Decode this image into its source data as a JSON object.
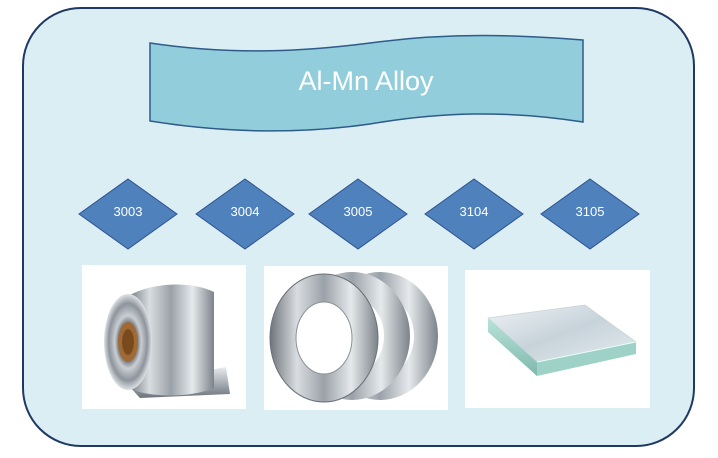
{
  "diagram": {
    "title": "Al-Mn Alloy",
    "grades": [
      "3003",
      "3004",
      "3005",
      "3104",
      "3105"
    ],
    "products": [
      {
        "icon": "aluminum-coil-photo"
      },
      {
        "icon": "aluminum-strip-photo"
      },
      {
        "icon": "aluminum-plate-photo"
      }
    ]
  },
  "colors": {
    "panel_fill": "#DAEEF3",
    "panel_stroke": "#1F3864",
    "banner_fill": "#92CDDC",
    "banner_stroke": "#2E5B8A",
    "diamond_fill": "#4F81BD",
    "diamond_stroke": "#2F528F",
    "text_light": "#FFFFFF"
  }
}
